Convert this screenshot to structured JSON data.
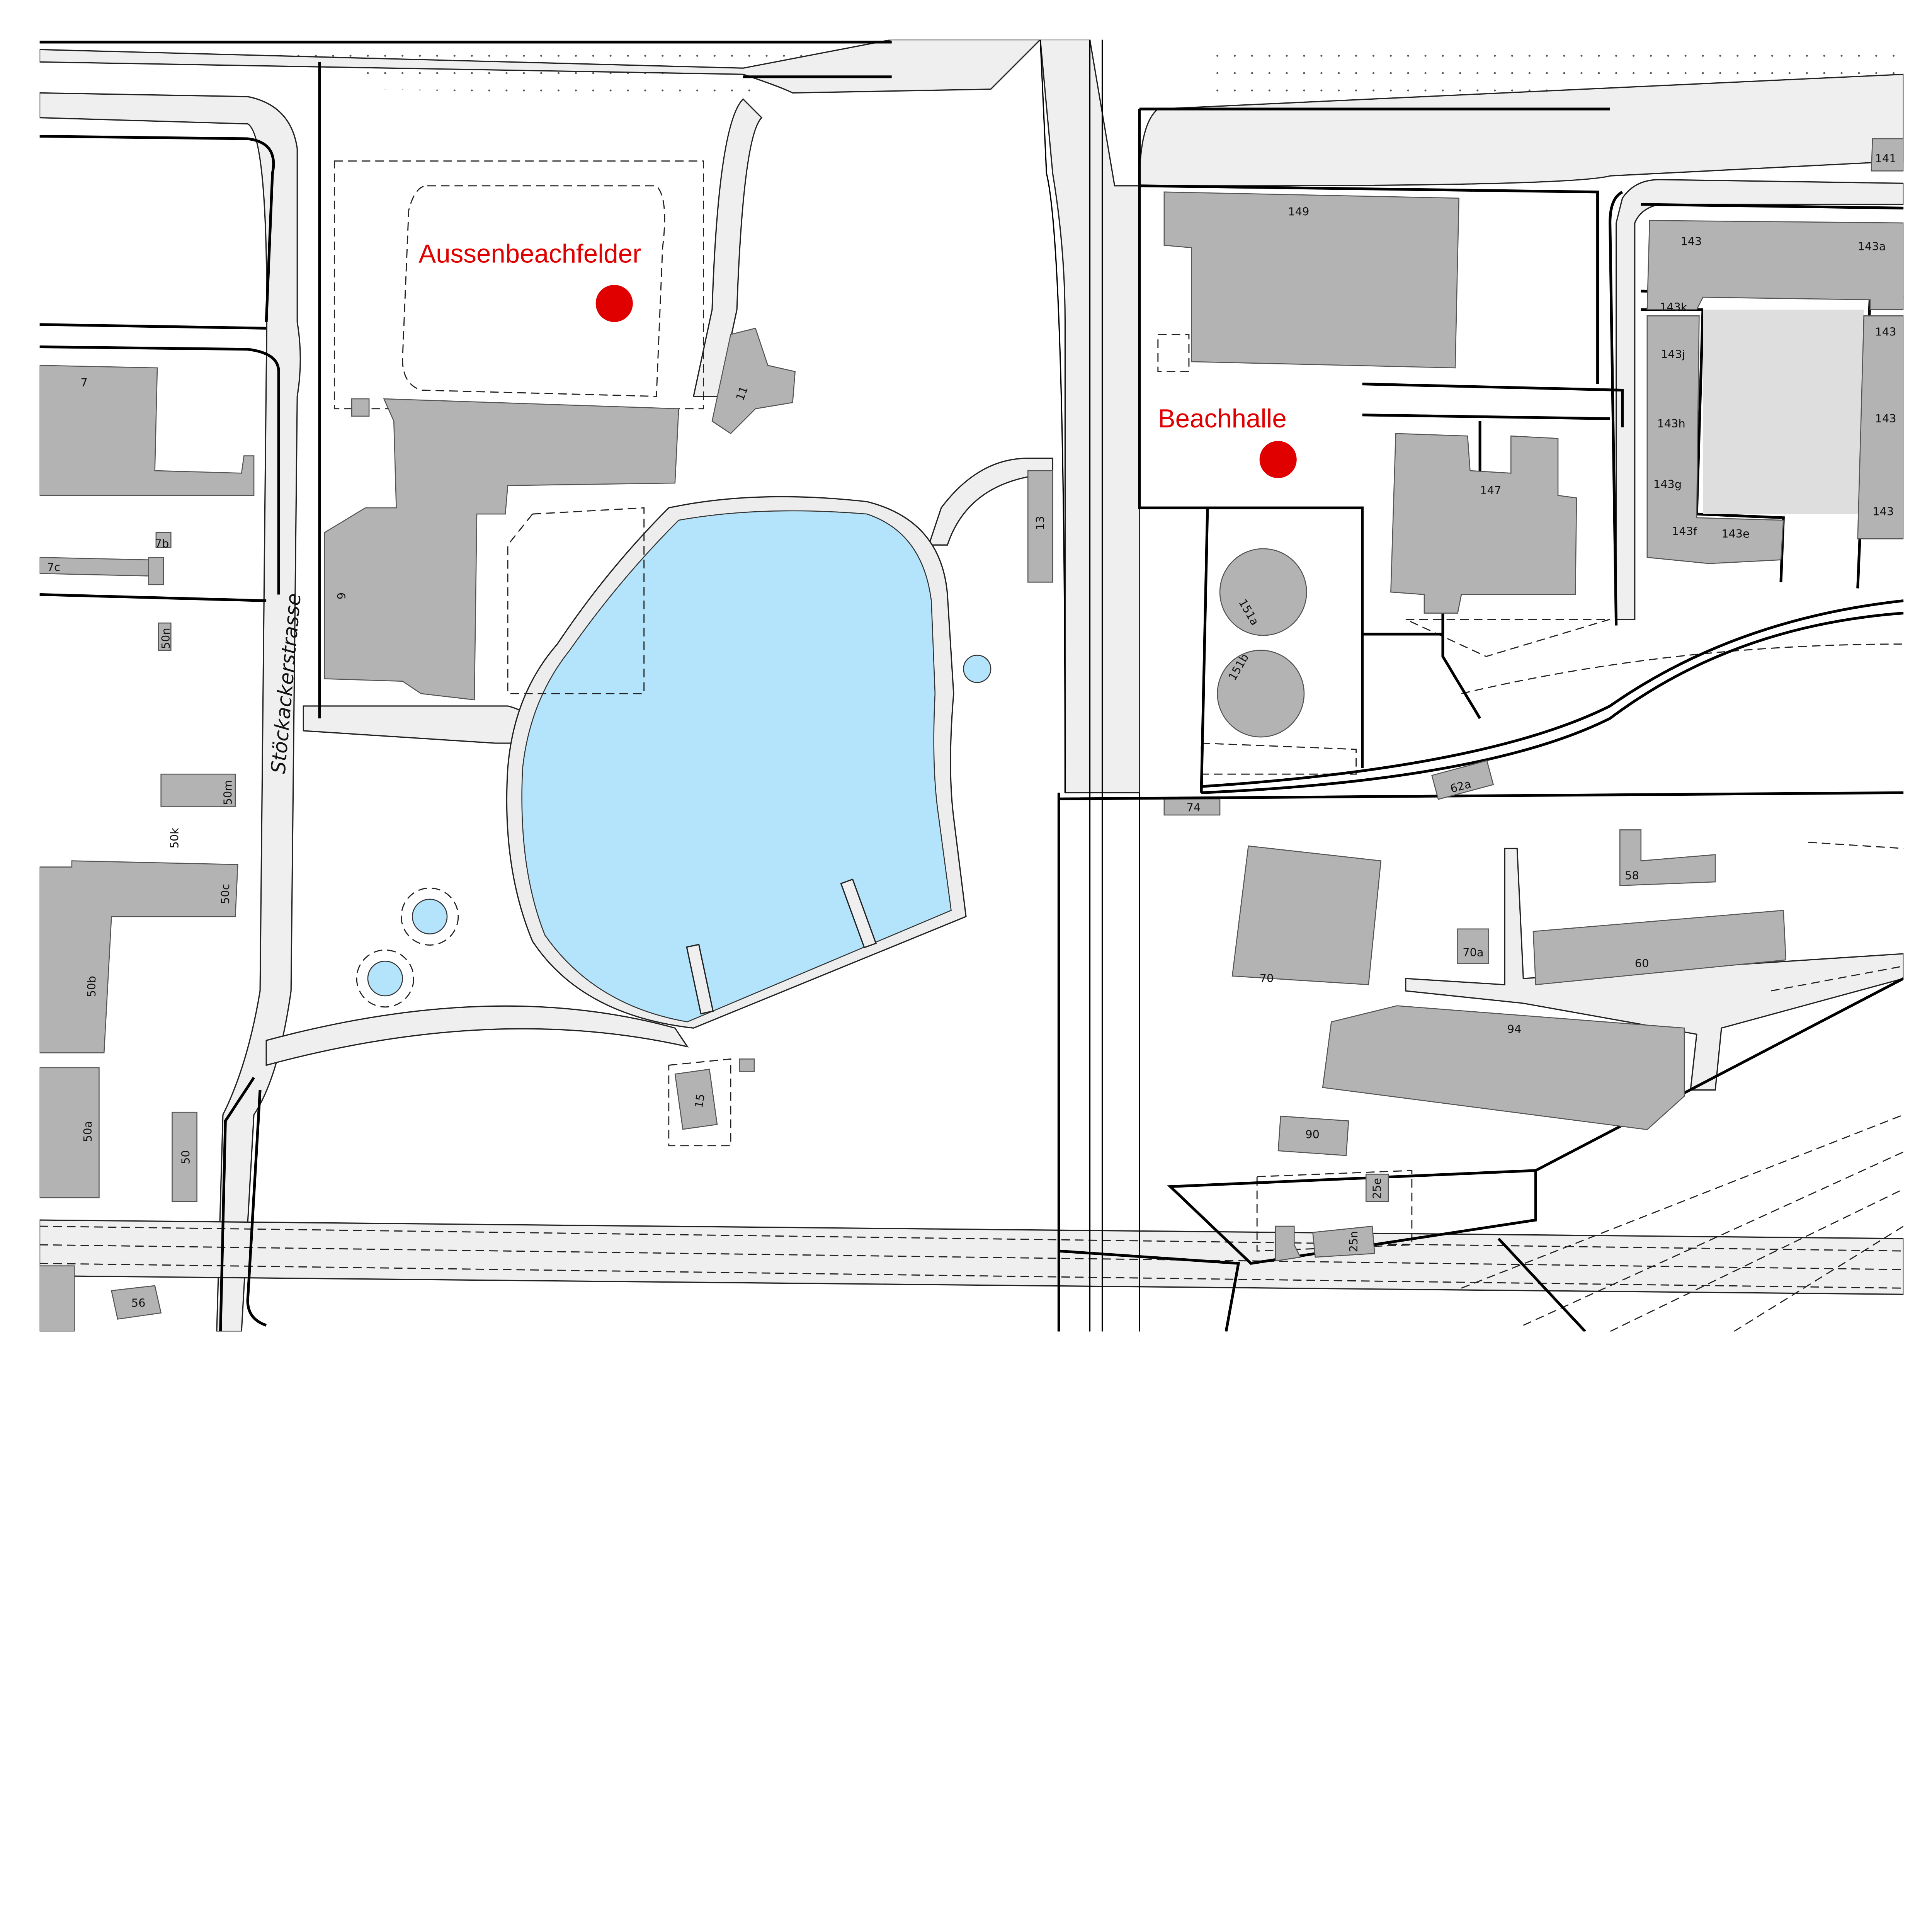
{
  "colors": {
    "poi": "#e00000",
    "water": "#b3e4fb",
    "building": "#b3b3b3",
    "road": "#efefef"
  },
  "pois": [
    {
      "name": "Aussenbeachfelder",
      "icon": "red-dot-marker"
    },
    {
      "name": "Beachhalle",
      "icon": "red-dot-marker"
    }
  ],
  "streets": {
    "stoeckacker": "Stöckackerstrasse"
  },
  "buildings": {
    "b141": "141",
    "b143": "143",
    "b143a": "143a",
    "b143k": "143k",
    "b143j": "143j",
    "b143h": "143h",
    "b143g": "143g",
    "b143f": "143f",
    "b143e": "143e",
    "b143r1": "143",
    "b143r2": "143",
    "b143r3": "143",
    "b149": "149",
    "b147": "147",
    "b151a": "151a",
    "b151b": "151b",
    "b13": "13",
    "b11": "11",
    "b9": "9",
    "b7": "7",
    "b7b": "7b",
    "b7c": "7c",
    "b50n": "50n",
    "b50m": "50m",
    "b50k": "50k",
    "b50c": "50c",
    "b50b": "50b",
    "b50a": "50a",
    "b50": "50",
    "b56": "56",
    "b15": "15",
    "b74": "74",
    "b62a": "62a",
    "b58": "58",
    "b70": "70",
    "b70a": "70a",
    "b60": "60",
    "b94": "94",
    "b90": "90",
    "b25e": "25e",
    "b25n": "25n"
  }
}
